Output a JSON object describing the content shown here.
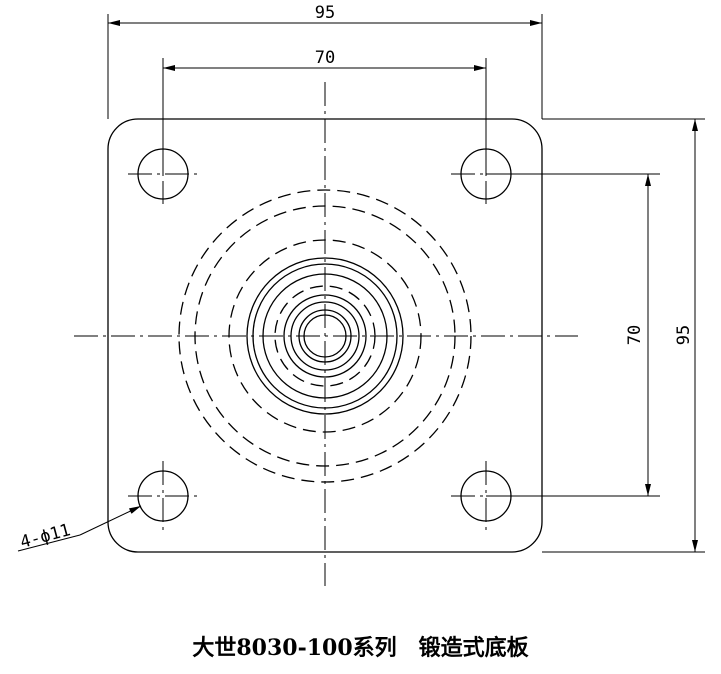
{
  "dimensions": {
    "overall_width": "95",
    "hole_spacing_horizontal": "70",
    "hole_spacing_vertical": "70",
    "overall_height": "95",
    "hole_callout": "4-ϕ11"
  },
  "caption": "大世8030-100系列　锻造式底板"
}
